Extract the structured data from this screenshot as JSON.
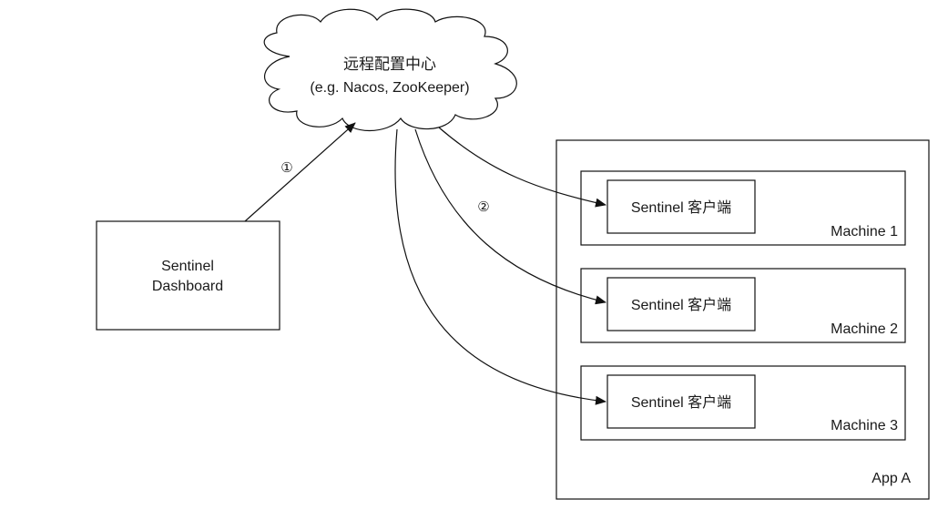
{
  "cloud": {
    "line1": "远程配置中心",
    "line2": "(e.g. Nacos, ZooKeeper)"
  },
  "dashboard": {
    "line1": "Sentinel",
    "line2": "Dashboard"
  },
  "step_labels": {
    "push": "①",
    "fanout": "②"
  },
  "app": {
    "label": "App A"
  },
  "machines": [
    {
      "label": "Machine 1",
      "client": "Sentinel 客户端"
    },
    {
      "label": "Machine 2",
      "client": "Sentinel 客户端"
    },
    {
      "label": "Machine 3",
      "client": "Sentinel 客户端"
    }
  ],
  "colors": {
    "stroke": "#111111",
    "background": "#ffffff"
  }
}
